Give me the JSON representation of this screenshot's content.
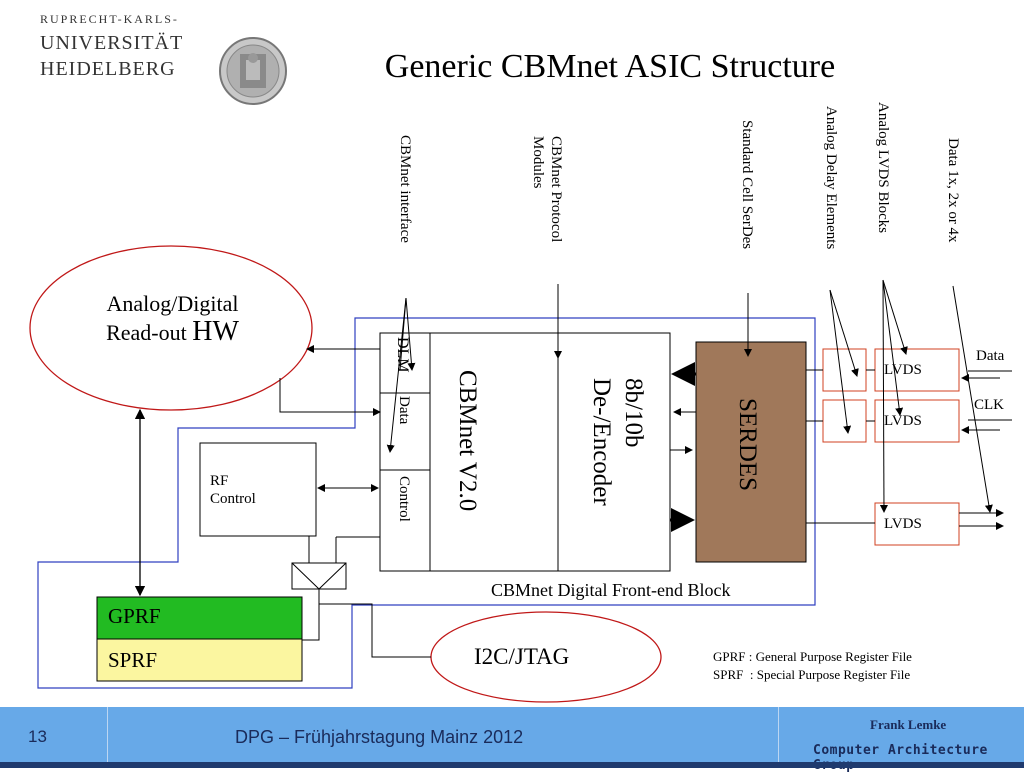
{
  "header": {
    "uni_line1": "RUPRECHT-KARLS-",
    "uni_line2": "UNIVERSITÄT",
    "uni_line3": "HEIDELBERG",
    "title": "Generic CBMnet ASIC Structure"
  },
  "labels": {
    "cbmnet_interface": "CBMnet interface",
    "cbmnet_protocol": "CBMnet Protocol",
    "cbmnet_protocol_2": "Modules",
    "std_cell_serdes": "Standard Cell SerDes",
    "analog_delay": "Analog Delay Elements",
    "analog_lvds": "Analog LVDS Blocks",
    "data_rate": "Data 1x, 2x or 4x"
  },
  "blocks": {
    "readout_1": "Analog/Digital",
    "readout_2": "Read-out ",
    "readout_hw": "HW",
    "dlm": "DLM",
    "data": "Data",
    "control": "Control",
    "cbmnet_v2": "CBMnet V2.0",
    "encoder_1": "8b/10b",
    "encoder_2": "De-/Encoder",
    "serdes": "SERDES",
    "lvds": "LVDS",
    "data_in": "Data",
    "clk": "CLK",
    "frontend": "CBMnet Digital Front-end Block",
    "rf_1": "RF",
    "rf_2": "Control",
    "gprf": "GPRF",
    "sprf": "SPRF",
    "i2c": "I2C/JTAG"
  },
  "legend": {
    "gprf": "GPRF : General Purpose Register File",
    "sprf": "SPRF  : Special Purpose Register File"
  },
  "footer": {
    "page": "13",
    "conference": "DPG – Frühjahrstagung Mainz 2012",
    "author": "Frank Lemke",
    "group": "Computer Architecture Group"
  },
  "colors": {
    "serdes": "#a0785a",
    "gprf": "#22bb22",
    "sprf": "#fbf6a0",
    "outline_blue": "#3040c0",
    "red": "#c01818",
    "footer": "#67a9e8"
  }
}
